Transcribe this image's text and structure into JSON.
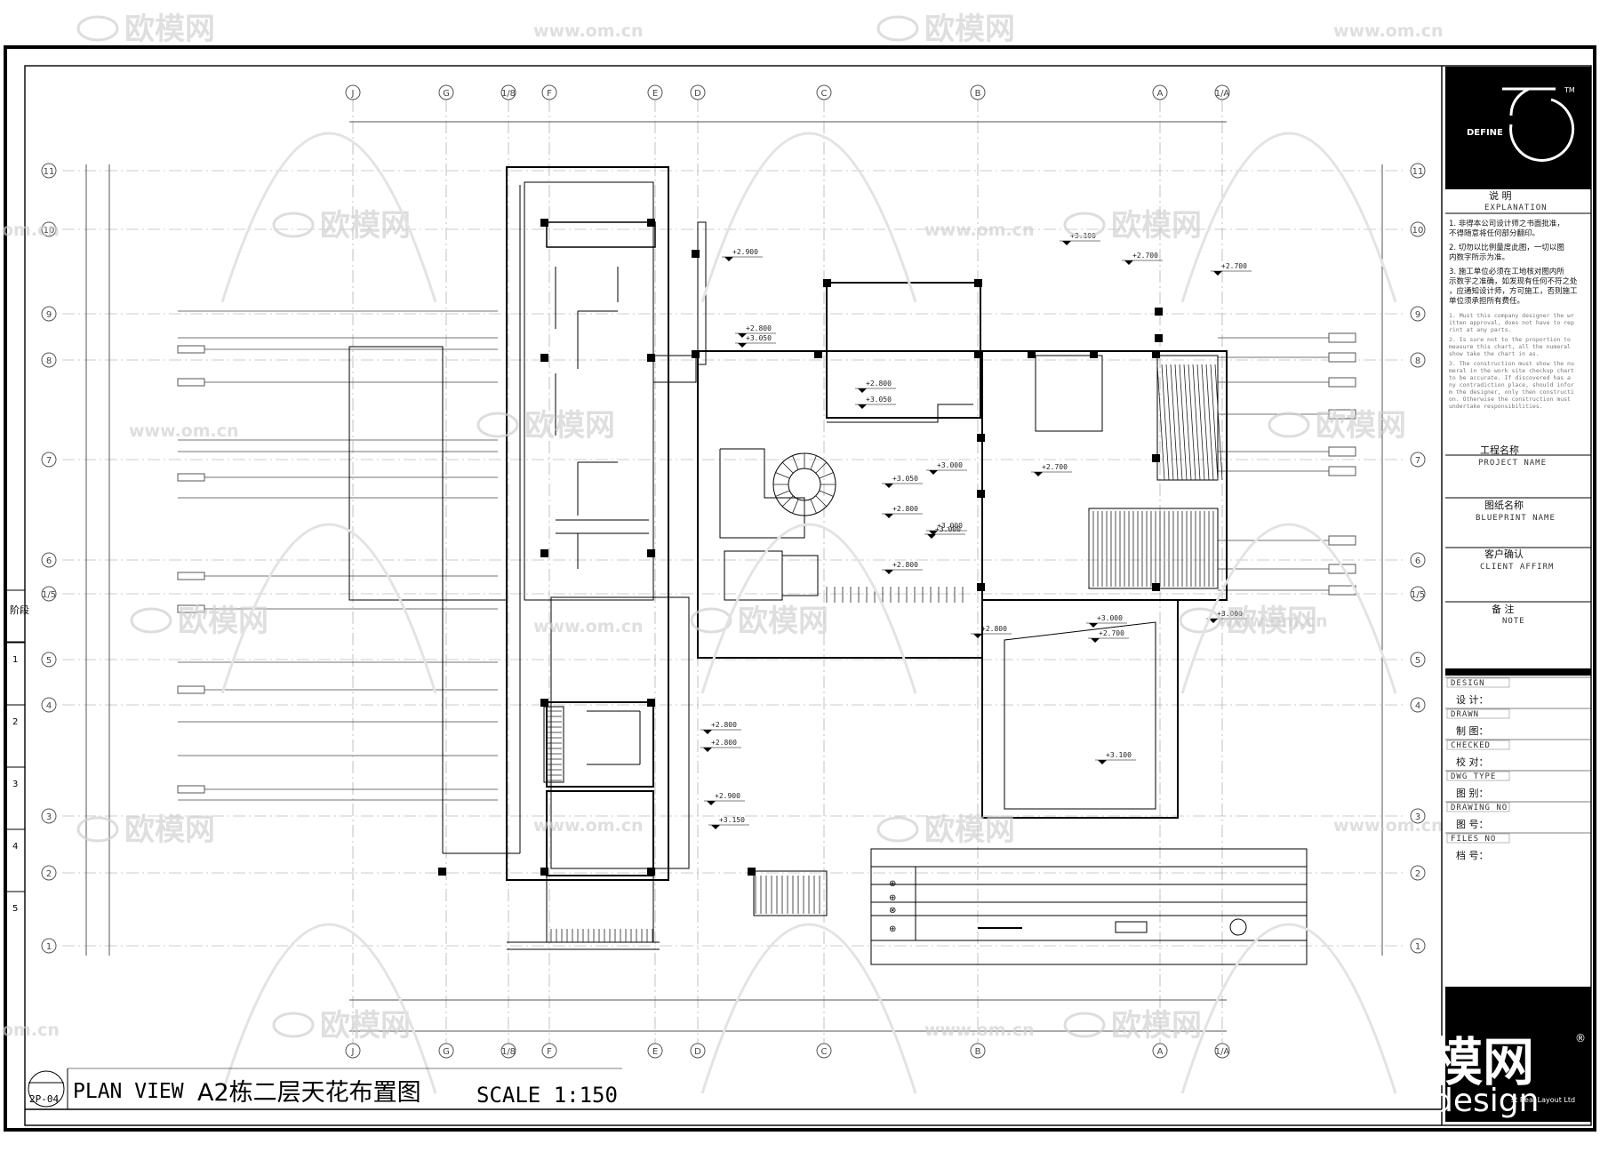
{
  "watermark": {
    "brand": "欧模网",
    "url": "www.om.cn",
    "url_short": "om.cn"
  },
  "grid": {
    "columns": [
      "J",
      "G",
      "1/8",
      "F",
      "E",
      "D",
      "C",
      "B",
      "A",
      "1/A"
    ],
    "rows": [
      "11",
      "10",
      "9",
      "8",
      "7",
      "6",
      "1/5",
      "5",
      "4",
      "3",
      "2",
      "1"
    ]
  },
  "levels": [
    "+2.900",
    "+3.050",
    "+2.800",
    "+2.800",
    "+3.050",
    "+3.050",
    "+2.800",
    "+3.000",
    "+3.000",
    "+3.000",
    "+2.800",
    "+3.100",
    "+2.700",
    "+2.700",
    "+2.700",
    "+3.000",
    "+2.700",
    "+3.000",
    "+3.100",
    "+2.800",
    "+2.800",
    "+2.800",
    "+2.900",
    "+3.150"
  ],
  "left_strip": {
    "label": "阶段",
    "numbers": [
      "1",
      "2",
      "3",
      "4",
      "5"
    ]
  },
  "title_block": {
    "logo_text": "DEFINE",
    "logo_tm": "TM",
    "explanation_cn": "说    明",
    "explanation_en": "EXPLANATION",
    "notes_cn": [
      "1. 非得本公司设计师之书面批准，不得随意将任何部分翻印。",
      "2. 切勿以比例量度此图，一切以图内数字所示为准。",
      "3. 施工单位必须在工地核对图内所示数字之准确，如发现有任何不符之处，应通知设计师，方可施工，否则施工单位须承担所有费任。"
    ],
    "notes_en": [
      "1. Must this company designer the written approval, does not have to reprint at any parts.",
      "2. Is sure not to the proportion to measure this chart, all the numeral show take the chart in as.",
      "3. The construction must show the numeral in the work site checkup chart to be accurate. If discovered has any contradiction place, should inform the designer, only then construction. Otherwise the construction must undertake responsibilities."
    ],
    "project_cn": "工程名称",
    "project_en": "PROJECT NAME",
    "drawing_cn": "图纸名称",
    "drawing_en": "BLUEPRINT NAME",
    "client_cn": "客户确认",
    "client_en": "CLIENT AFFIRM",
    "note_cn": "备    注",
    "note_en": "NOTE",
    "rows": [
      {
        "en": "DESIGN",
        "cn": "设    计："
      },
      {
        "en": "DRAWN",
        "cn": "制    图："
      },
      {
        "en": "CHECKED",
        "cn": "校    对："
      },
      {
        "en": "DWG TYPE",
        "cn": "图    别："
      },
      {
        "en": "DRAWING NO",
        "cn": "图    号："
      },
      {
        "en": "FILES NO",
        "cn": "档    号："
      }
    ],
    "footer_brand": "模网",
    "footer_en": "design",
    "footer_company": "st Real Layout Ltd",
    "footer_reg": "®"
  },
  "footer": {
    "sheet_no": "2P-04",
    "view": "PLAN VIEW",
    "title": "A2栋二层天花布置图",
    "scale": "SCALE 1:150"
  }
}
